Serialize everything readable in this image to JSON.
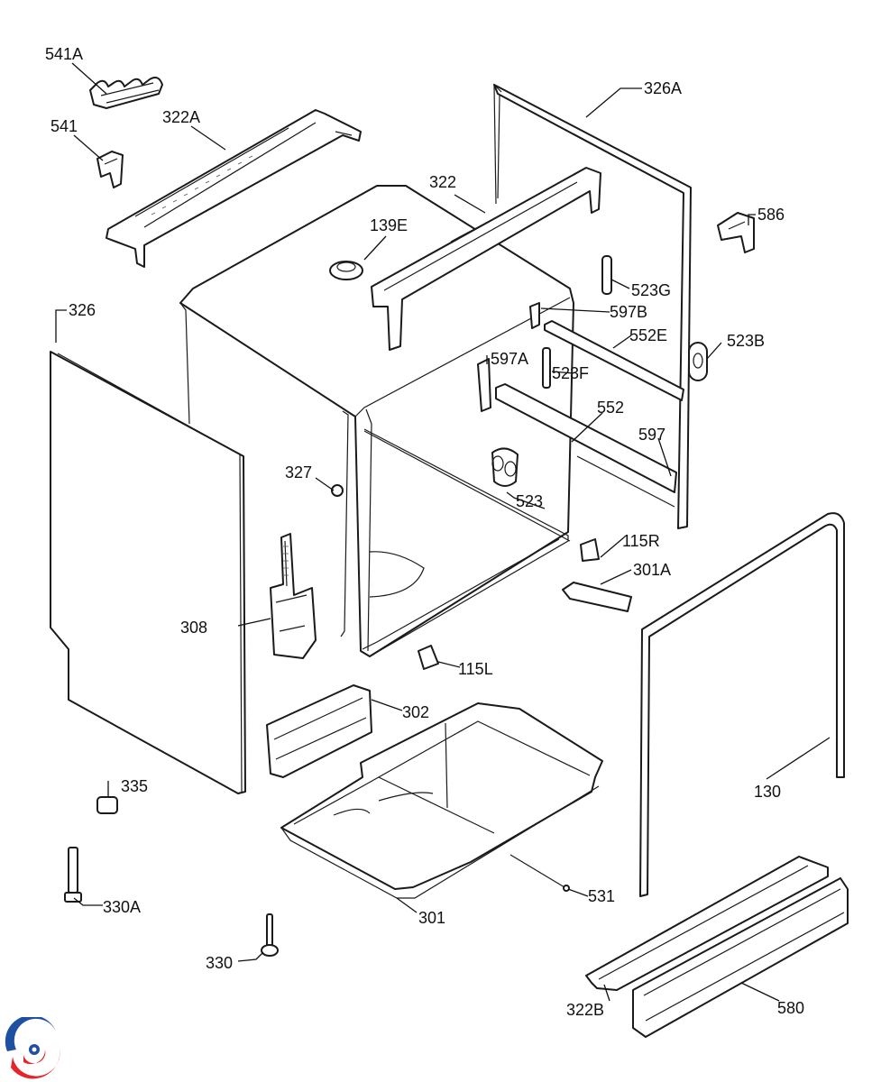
{
  "callouts": {
    "c541A": "541A",
    "c541": "541",
    "c322A": "322A",
    "c322": "322",
    "c326A": "326A",
    "c586": "586",
    "c139E": "139E",
    "c523G": "523G",
    "c597B": "597B",
    "c326": "326",
    "c552E": "552E",
    "c523B": "523B",
    "c597A": "597A",
    "c523F": "523F",
    "c552": "552",
    "c597": "597",
    "c327": "327",
    "c523": "523",
    "c115R": "115R",
    "c301A": "301A",
    "c308": "308",
    "c115L": "115L",
    "c302": "302",
    "c335": "335",
    "c130": "130",
    "c531": "531",
    "c330A": "330A",
    "c301": "301",
    "c330": "330",
    "c322B": "322B",
    "c580": "580"
  },
  "colors": {
    "logo_red": "#e3262b",
    "logo_blue": "#1f4fa0",
    "line": "#1a1a1a"
  },
  "icons": {
    "logo": "brand-swirl-logo"
  }
}
